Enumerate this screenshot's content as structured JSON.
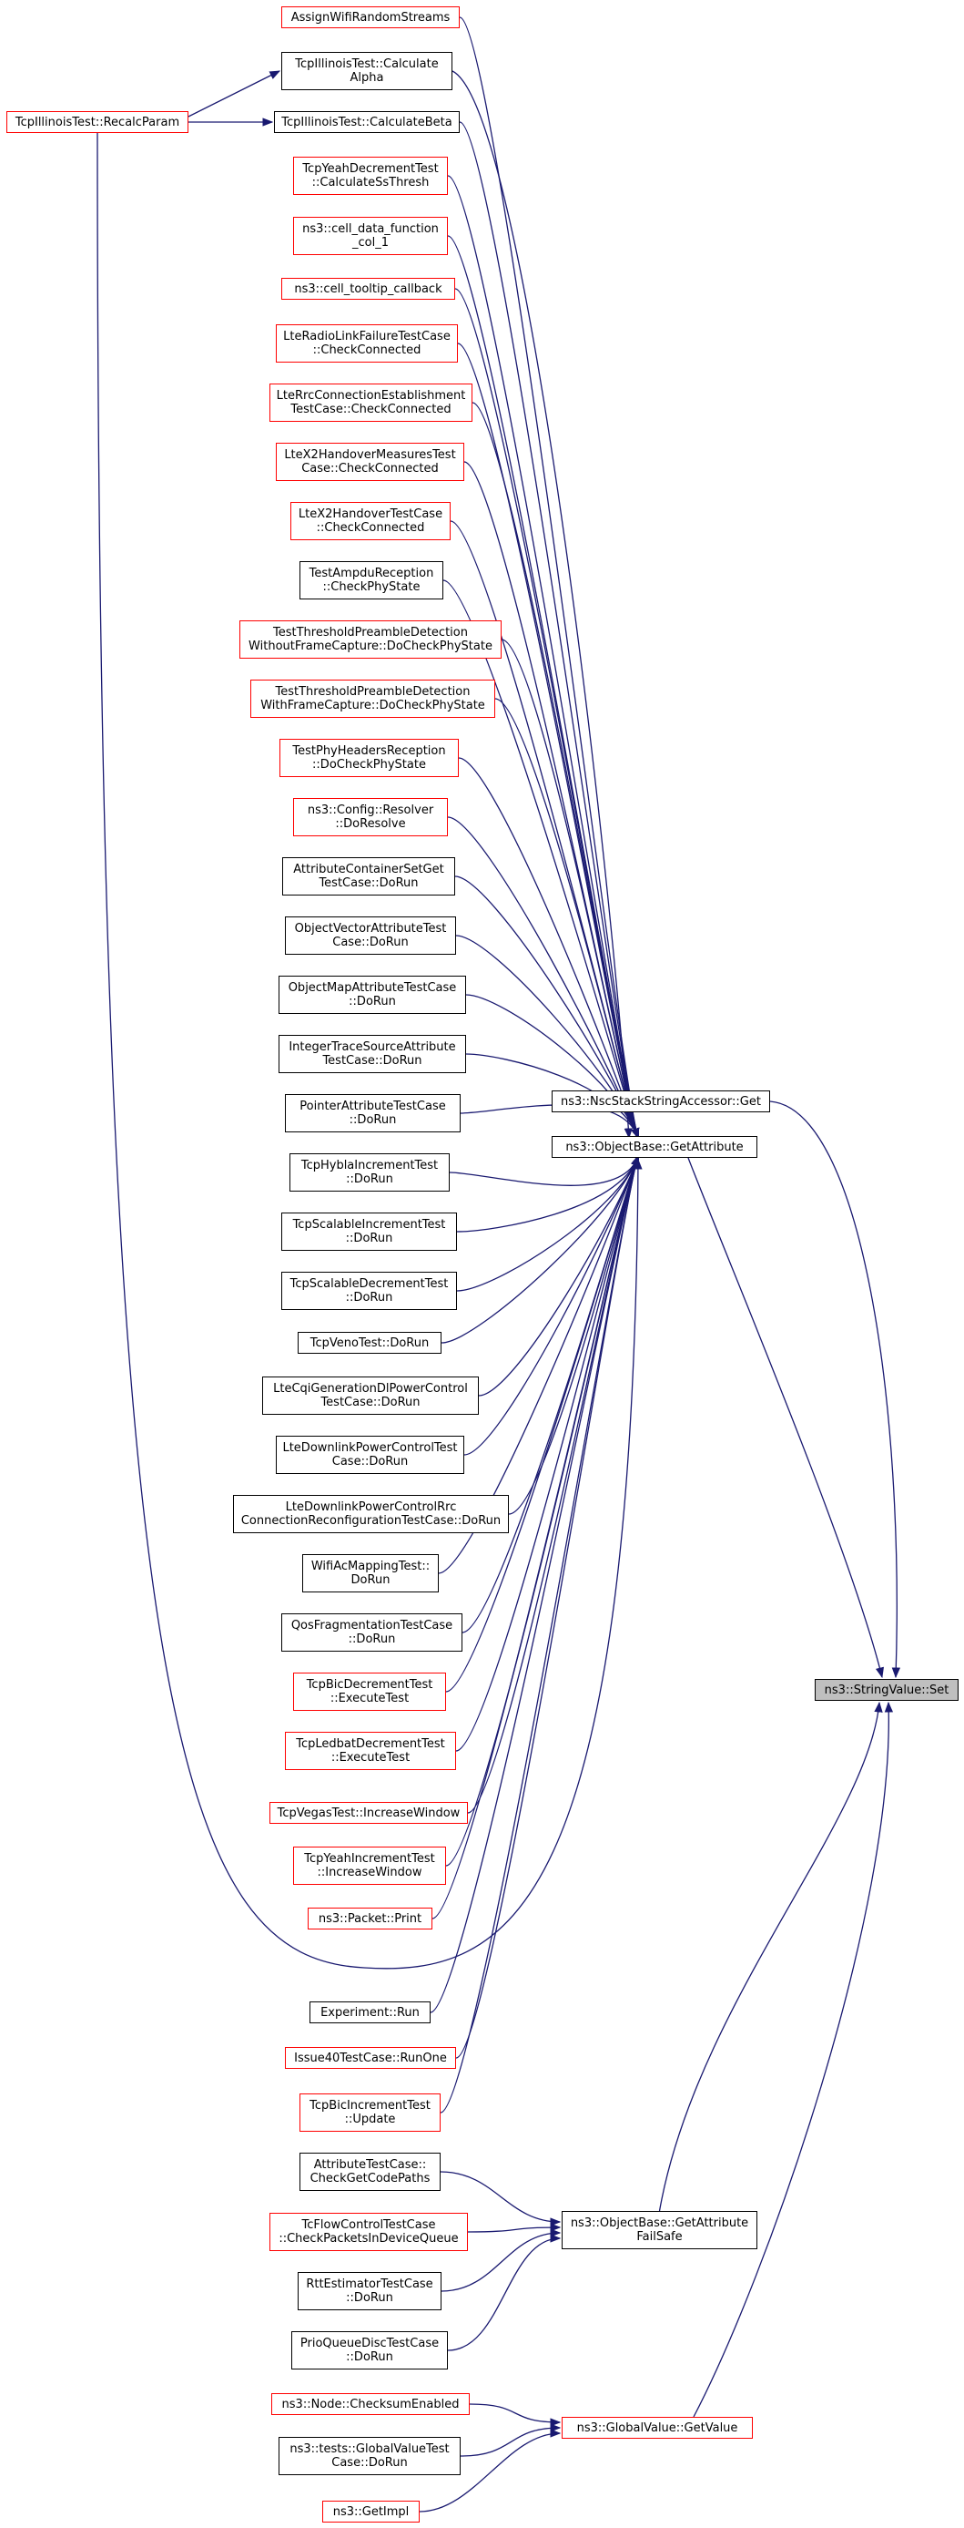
{
  "graph": {
    "edge_color": "#191970",
    "red_border": "#ff0000",
    "target_fill": "#bfbfbf",
    "nodes": [
      {
        "id": "assignwifi",
        "lines": [
          "AssignWifiRandomStreams"
        ],
        "border": "red"
      },
      {
        "id": "calcalpha",
        "lines": [
          "TcpIllinoisTest::Calculate",
          "Alpha"
        ],
        "border": "black"
      },
      {
        "id": "recalc",
        "lines": [
          "TcpIllinoisTest::RecalcParam"
        ],
        "border": "red"
      },
      {
        "id": "calcbeta",
        "lines": [
          "TcpIllinoisTest::CalculateBeta"
        ],
        "border": "black"
      },
      {
        "id": "yeahdec",
        "lines": [
          "TcpYeahDecrementTest",
          "::CalculateSsThresh"
        ],
        "border": "red"
      },
      {
        "id": "celldata",
        "lines": [
          "ns3::cell_data_function",
          "_col_1"
        ],
        "border": "red"
      },
      {
        "id": "celltooltip",
        "lines": [
          "ns3::cell_tooltip_callback"
        ],
        "border": "red"
      },
      {
        "id": "lteradio",
        "lines": [
          "LteRadioLinkFailureTestCase",
          "::CheckConnected"
        ],
        "border": "red"
      },
      {
        "id": "ltercc",
        "lines": [
          "LteRrcConnectionEstablishment",
          "TestCase::CheckConnected"
        ],
        "border": "red"
      },
      {
        "id": "ltex2meas",
        "lines": [
          "LteX2HandoverMeasuresTest",
          "Case::CheckConnected"
        ],
        "border": "red"
      },
      {
        "id": "ltex2ho",
        "lines": [
          "LteX2HandoverTestCase",
          "::CheckConnected"
        ],
        "border": "red"
      },
      {
        "id": "ampdu",
        "lines": [
          "TestAmpduReception",
          "::CheckPhyState"
        ],
        "border": "black"
      },
      {
        "id": "thrwithout",
        "lines": [
          "TestThresholdPreambleDetection",
          "WithoutFrameCapture::DoCheckPhyState"
        ],
        "border": "red"
      },
      {
        "id": "thrwith",
        "lines": [
          "TestThresholdPreambleDetection",
          "WithFrameCapture::DoCheckPhyState"
        ],
        "border": "red"
      },
      {
        "id": "phyheaders",
        "lines": [
          "TestPhyHeadersReception",
          "::DoCheckPhyState"
        ],
        "border": "red"
      },
      {
        "id": "resolver",
        "lines": [
          "ns3::Config::Resolver",
          "::DoResolve"
        ],
        "border": "red"
      },
      {
        "id": "attrcontainer",
        "lines": [
          "AttributeContainerSetGet",
          "TestCase::DoRun"
        ],
        "border": "black"
      },
      {
        "id": "objvector",
        "lines": [
          "ObjectVectorAttributeTest",
          "Case::DoRun"
        ],
        "border": "black"
      },
      {
        "id": "objmap",
        "lines": [
          "ObjectMapAttributeTestCase",
          "::DoRun"
        ],
        "border": "black"
      },
      {
        "id": "inttrace",
        "lines": [
          "IntegerTraceSourceAttribute",
          "TestCase::DoRun"
        ],
        "border": "black"
      },
      {
        "id": "ptrattr",
        "lines": [
          "PointerAttributeTestCase",
          "::DoRun"
        ],
        "border": "black"
      },
      {
        "id": "hybla",
        "lines": [
          "TcpHyblaIncrementTest",
          "::DoRun"
        ],
        "border": "black"
      },
      {
        "id": "scalinc",
        "lines": [
          "TcpScalableIncrementTest",
          "::DoRun"
        ],
        "border": "black"
      },
      {
        "id": "scaldec",
        "lines": [
          "TcpScalableDecrementTest",
          "::DoRun"
        ],
        "border": "black"
      },
      {
        "id": "veno",
        "lines": [
          "TcpVenoTest::DoRun"
        ],
        "border": "black"
      },
      {
        "id": "ltecqi",
        "lines": [
          "LteCqiGenerationDlPowerControl",
          "TestCase::DoRun"
        ],
        "border": "black"
      },
      {
        "id": "ltedlpc",
        "lines": [
          "LteDownlinkPowerControlTest",
          "Case::DoRun"
        ],
        "border": "black"
      },
      {
        "id": "ltedlrrc",
        "lines": [
          "LteDownlinkPowerControlRrc",
          "ConnectionReconfigurationTestCase::DoRun"
        ],
        "border": "black"
      },
      {
        "id": "wifiac",
        "lines": [
          "WifiAcMappingTest::",
          "DoRun"
        ],
        "border": "black"
      },
      {
        "id": "qosfrag",
        "lines": [
          "QosFragmentationTestCase",
          "::DoRun"
        ],
        "border": "black"
      },
      {
        "id": "bicdec",
        "lines": [
          "TcpBicDecrementTest",
          "::ExecuteTest"
        ],
        "border": "red"
      },
      {
        "id": "ledbat",
        "lines": [
          "TcpLedbatDecrementTest",
          "::ExecuteTest"
        ],
        "border": "red"
      },
      {
        "id": "vegas",
        "lines": [
          "TcpVegasTest::IncreaseWindow"
        ],
        "border": "red"
      },
      {
        "id": "yeahinc",
        "lines": [
          "TcpYeahIncrementTest",
          "::IncreaseWindow"
        ],
        "border": "red"
      },
      {
        "id": "packetprint",
        "lines": [
          "ns3::Packet::Print"
        ],
        "border": "red"
      },
      {
        "id": "experiment",
        "lines": [
          "Experiment::Run"
        ],
        "border": "black"
      },
      {
        "id": "issue40",
        "lines": [
          "Issue40TestCase::RunOne"
        ],
        "border": "red"
      },
      {
        "id": "bicinc",
        "lines": [
          "TcpBicIncrementTest",
          "::Update"
        ],
        "border": "red"
      },
      {
        "id": "nscget",
        "lines": [
          "ns3::NscStackStringAccessor::Get"
        ],
        "border": "black"
      },
      {
        "id": "getattr",
        "lines": [
          "ns3::ObjectBase::GetAttribute"
        ],
        "border": "black"
      },
      {
        "id": "attrtest",
        "lines": [
          "AttributeTestCase::",
          "CheckGetCodePaths"
        ],
        "border": "black"
      },
      {
        "id": "tcflow",
        "lines": [
          "TcFlowControlTestCase",
          "::CheckPacketsInDeviceQueue"
        ],
        "border": "red"
      },
      {
        "id": "rtt",
        "lines": [
          "RttEstimatorTestCase",
          "::DoRun"
        ],
        "border": "black"
      },
      {
        "id": "prioqueue",
        "lines": [
          "PrioQueueDiscTestCase",
          "::DoRun"
        ],
        "border": "black"
      },
      {
        "id": "getattrfs",
        "lines": [
          "ns3::ObjectBase::GetAttribute",
          "FailSafe"
        ],
        "border": "black"
      },
      {
        "id": "checksum",
        "lines": [
          "ns3::Node::ChecksumEnabled"
        ],
        "border": "red"
      },
      {
        "id": "gvtest",
        "lines": [
          "ns3::tests::GlobalValueTest",
          "Case::DoRun"
        ],
        "border": "black"
      },
      {
        "id": "getimpl",
        "lines": [
          "ns3::GetImpl"
        ],
        "border": "red"
      },
      {
        "id": "gvget",
        "lines": [
          "ns3::GlobalValue::GetValue"
        ],
        "border": "red"
      },
      {
        "id": "stringset",
        "lines": [
          "ns3::StringValue::Set"
        ],
        "border": "target"
      }
    ]
  }
}
